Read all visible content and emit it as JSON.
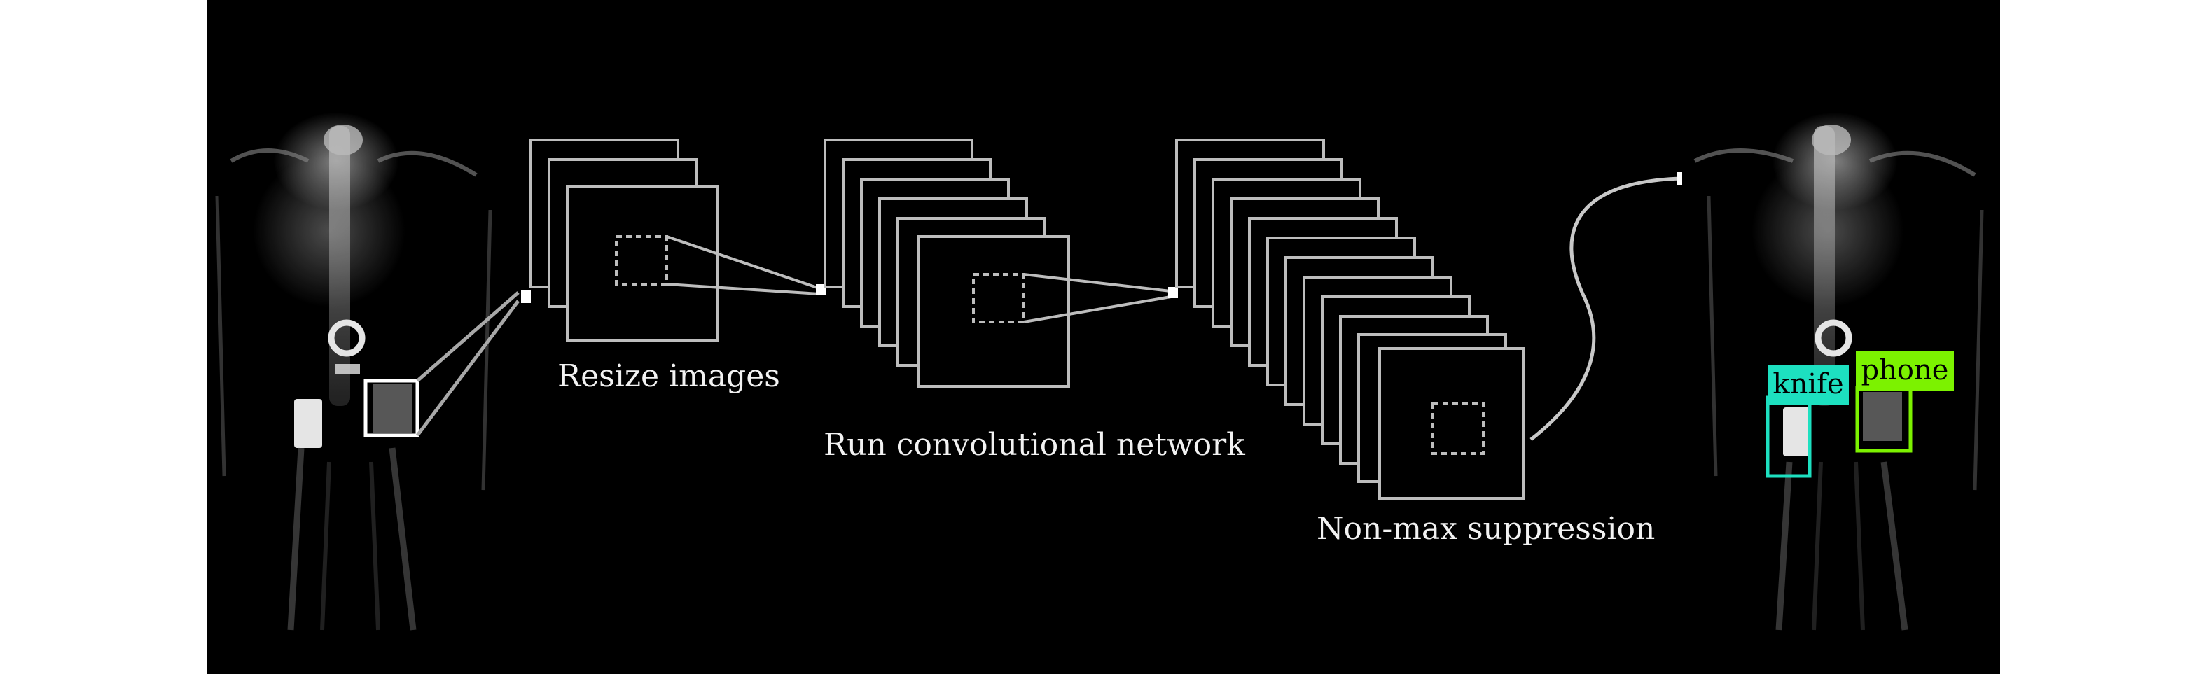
{
  "steps": [
    {
      "label": "Resize images"
    },
    {
      "label": "Run convolutional network"
    },
    {
      "label": "Non-max suppression"
    }
  ],
  "detections": [
    {
      "label": "knife",
      "color": "#1de0c0"
    },
    {
      "label": "phone",
      "color": "#7cf200"
    }
  ],
  "colors": {
    "background": "#000000",
    "stroke": "#bdbdbd",
    "text": "#f2f2f2"
  }
}
